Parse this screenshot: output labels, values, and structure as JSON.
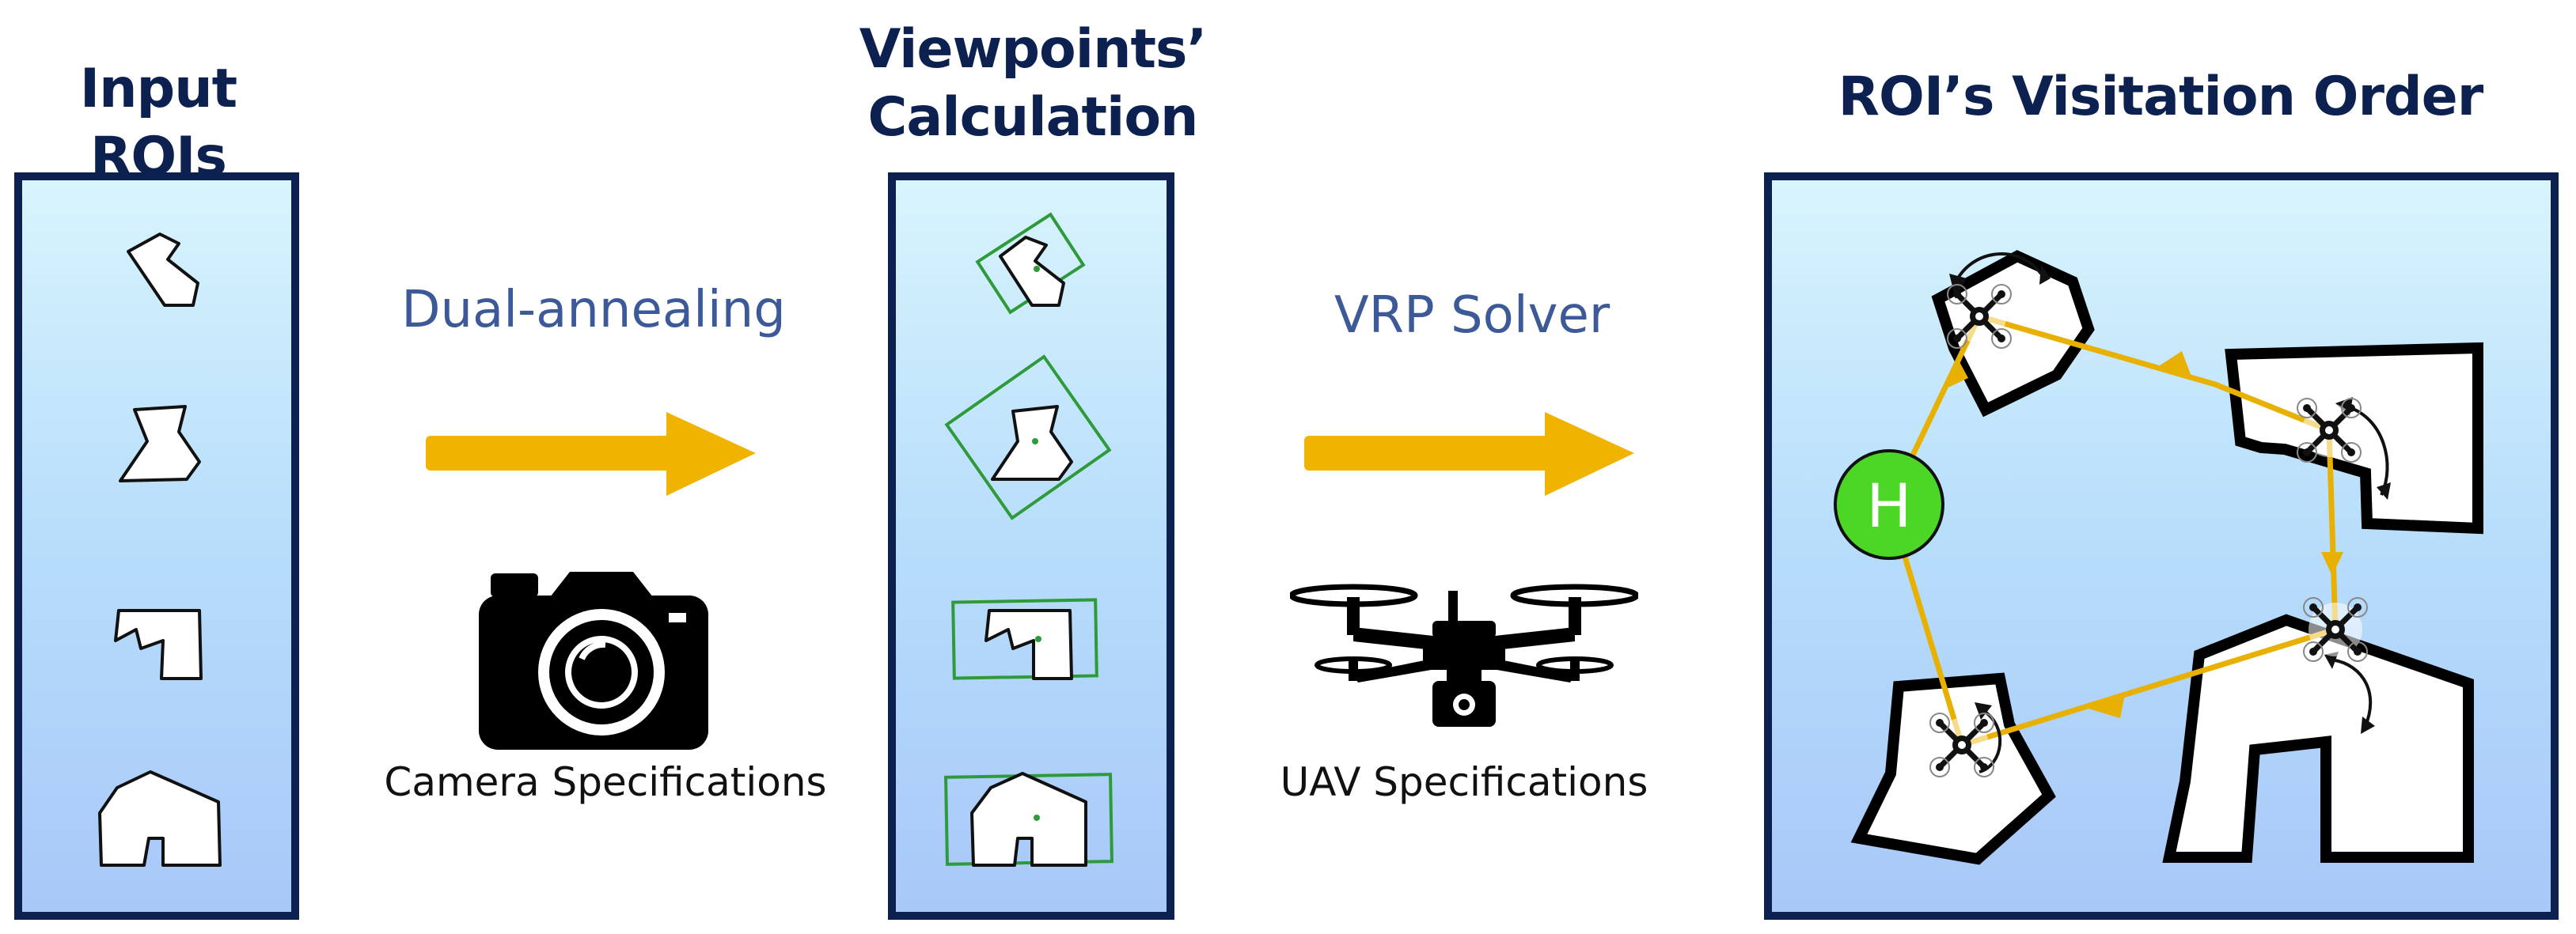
{
  "titles": {
    "input": "Input ROIs",
    "viewpoints_line1": "Viewpoints’",
    "viewpoints_line2": "Calculation",
    "order": "ROI’s Visitation Order"
  },
  "steps": {
    "first_method": "Dual-annealing",
    "second_method": "VRP Solver"
  },
  "captions": {
    "camera": "Camera Specifications",
    "uav": "UAV Specifications"
  },
  "home_marker": "H",
  "colors": {
    "title": "#0d2150",
    "method_text": "#3d5a98",
    "arrow": "#f0b400",
    "path": "#e8b000",
    "viewpoint_box": "#2e9a3a",
    "home_fill": "#4cd626",
    "panel_border": "#0d2150"
  },
  "icons": [
    "camera-icon",
    "drone-icon",
    "arrow-right-icon",
    "rotation-arrow-icon"
  ]
}
